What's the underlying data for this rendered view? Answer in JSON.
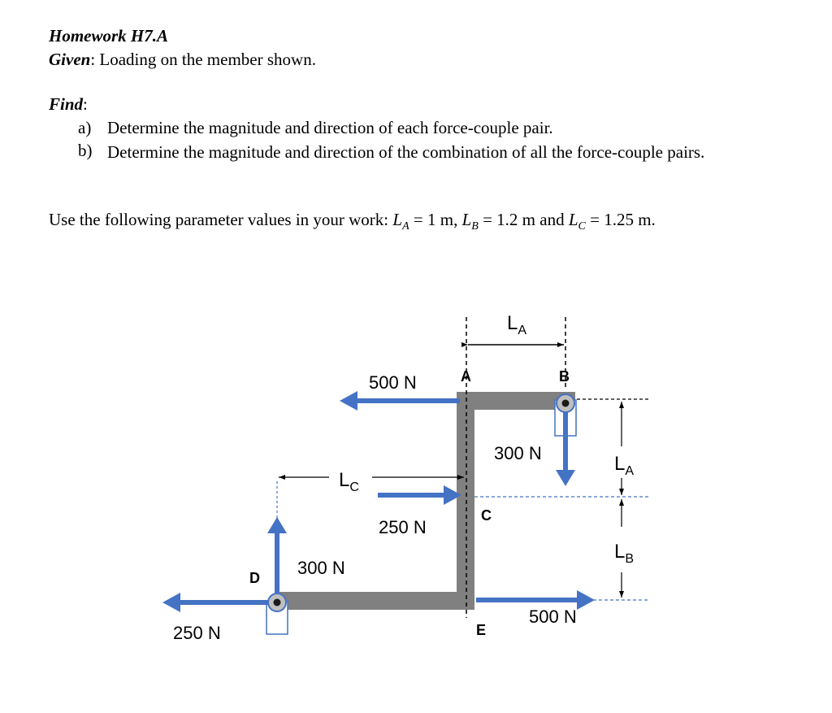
{
  "header": {
    "title": "Homework H7.A",
    "given_label": "Given",
    "given_text": ": Loading on the member shown."
  },
  "find": {
    "label": "Find",
    "colon": ":",
    "items": [
      {
        "marker": "a)",
        "text": "Determine the magnitude and direction of each force-couple pair."
      },
      {
        "marker": "b)",
        "text": "Determine the magnitude and direction of the combination of all the force-couple pairs."
      }
    ]
  },
  "params": {
    "prefix": "Use the following parameter values in your work: ",
    "la_sym": "L",
    "la_sub": "A",
    "la_val": " = 1 m, ",
    "lb_sym": "L",
    "lb_sub": "B",
    "lb_val": " = 1.2 m and ",
    "lc_sym": "L",
    "lc_sub": "C",
    "lc_val": " = 1.25 m."
  },
  "diagram": {
    "colors": {
      "member": "#808080",
      "arrow": "#4472C4",
      "pin": "#4472C4",
      "line": "#000000"
    },
    "points": {
      "A": "A",
      "B": "B",
      "C": "C",
      "D": "D",
      "E": "E"
    },
    "forces": {
      "top_left": "500 N",
      "pin_b_down": "300 N",
      "mid_right": "250 N",
      "pin_d_up": "300 N",
      "pin_d_left": "250 N",
      "bottom_right": "500 N"
    },
    "dimensions": {
      "la_top": {
        "main": "L",
        "sub": "A"
      },
      "la_right": {
        "main": "L",
        "sub": "A"
      },
      "lb_right": {
        "main": "L",
        "sub": "B"
      },
      "lc": {
        "main": "L",
        "sub": "C"
      }
    }
  }
}
